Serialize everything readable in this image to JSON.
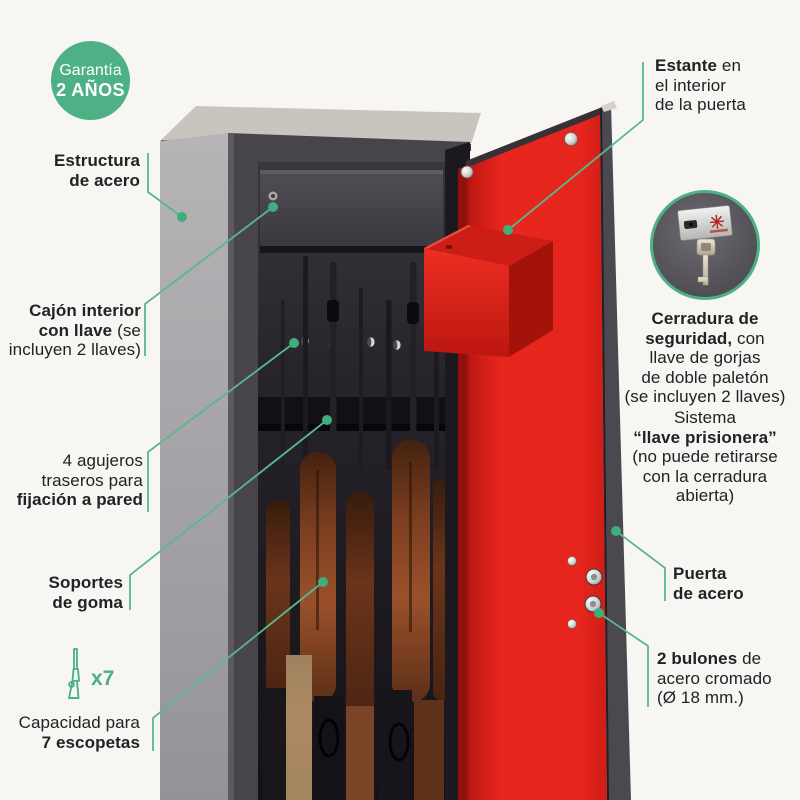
{
  "badge": {
    "line1": "Garantía",
    "line2": "2 AÑOS"
  },
  "left_labels": {
    "estructura": {
      "l1": "Estructura",
      "l2": "de acero"
    },
    "cajon": {
      "l1": "Cajón interior",
      "l2_bold": "con llave",
      "l2_reg": "  (se",
      "l3": "incluyen 2 llaves)"
    },
    "agujeros": {
      "l1": "4 agujeros",
      "l2": "traseros para",
      "l3": "fijación a pared"
    },
    "soportes": {
      "l1": "Soportes",
      "l2": "de goma"
    },
    "capacidad": {
      "multiplier": "x7",
      "l1": "Capacidad para",
      "l2": "7 escopetas"
    }
  },
  "right_labels": {
    "estante": {
      "l1_bold": "Estante",
      "l1_reg": " en",
      "l2": "el interior",
      "l3": "de la puerta"
    },
    "cerradura": {
      "l1": "Cerradura de",
      "l2_bold": "seguridad,",
      "l2_reg": " con",
      "l3": "llave de gorjas",
      "l4": "de doble paletón",
      "l5": "(se incluyen 2 llaves)"
    },
    "sistema": {
      "l1": "Sistema",
      "l2": "“llave prisionera”",
      "l3": "(no puede retirarse",
      "l4": "con la cerradura",
      "l5": "abierta)"
    },
    "puerta": {
      "l1": "Puerta",
      "l2": "de acero"
    },
    "bulones": {
      "l1_bold": "2 bulones",
      "l1_reg": " de",
      "l2": "acero cromado",
      "l3": "(Ø 18 mm.)"
    }
  },
  "colors": {
    "accent_green": "#4db185",
    "leader_green": "#58b88e",
    "door_red": "#e6261d",
    "cabinet_dark": "#47454b",
    "text_dark": "#232125"
  }
}
